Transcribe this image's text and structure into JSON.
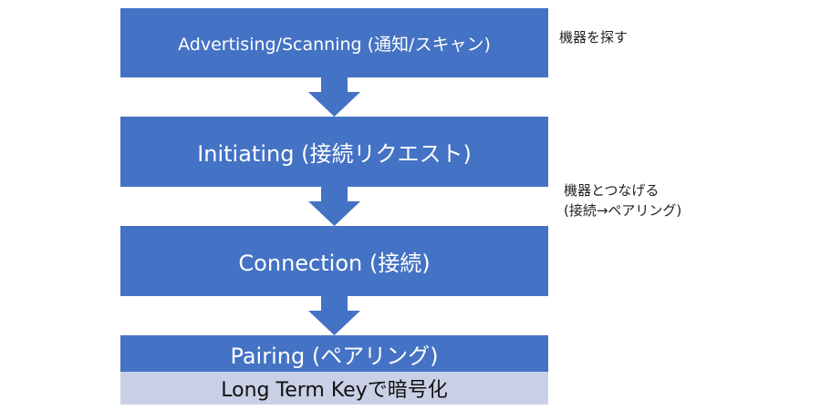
{
  "steps": [
    {
      "label": "Advertising/Scanning (通知/スキャン)"
    },
    {
      "label": "Initiating (接続リクエスト)"
    },
    {
      "label": "Connection (接続)"
    },
    {
      "label": "Pairing (ペアリング)",
      "sub_label": "Long Term Keyで暗号化"
    }
  ],
  "notes": {
    "find_devices": "機器を探す",
    "connect_line1": "機器とつなげる",
    "connect_line2": "(接続→ペアリング)"
  },
  "colors": {
    "box": "#4472c4",
    "sub_box": "#c9d0e6"
  }
}
